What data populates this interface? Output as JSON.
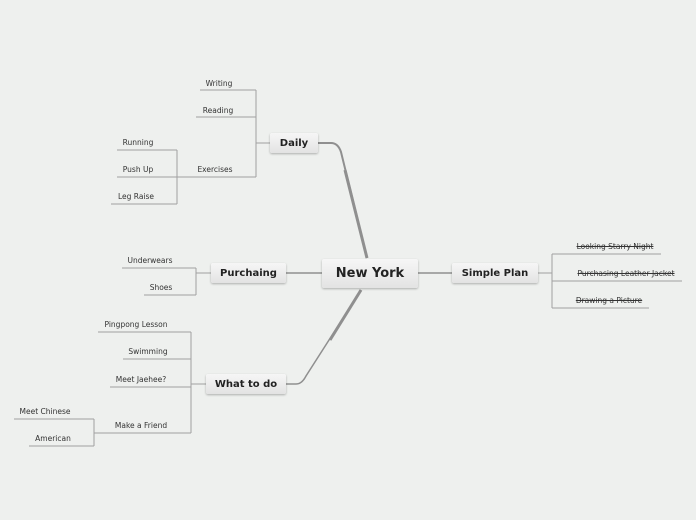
{
  "central": {
    "label": "New York"
  },
  "daily": {
    "label": "Daily",
    "items": {
      "writing": "Writing",
      "reading": "Reading",
      "exercises": "Exercises"
    },
    "exercises": {
      "running": "Running",
      "pushup": "Push Up",
      "legraise": "Leg Raise"
    }
  },
  "purchasing": {
    "label": "Purchaing",
    "items": {
      "underwears": "Underwears",
      "shoes": "Shoes"
    }
  },
  "todo": {
    "label": "What to do",
    "items": {
      "pingpong": "Pingpong Lesson",
      "swimming": "Swimming",
      "jaehee": "Meet Jaehee?",
      "friend": "Make a Friend"
    },
    "friend": {
      "chinese": "Meet Chinese",
      "american": "American"
    }
  },
  "plan": {
    "label": "Simple Plan",
    "items": {
      "starry": "Looking Starry Night",
      "leather": "Purchasing Leather Jacket",
      "drawing": "Drawing a Picture"
    }
  },
  "colors": {
    "background": "#eef0ee",
    "line": "#999999",
    "connector": "#8a8a8a"
  }
}
